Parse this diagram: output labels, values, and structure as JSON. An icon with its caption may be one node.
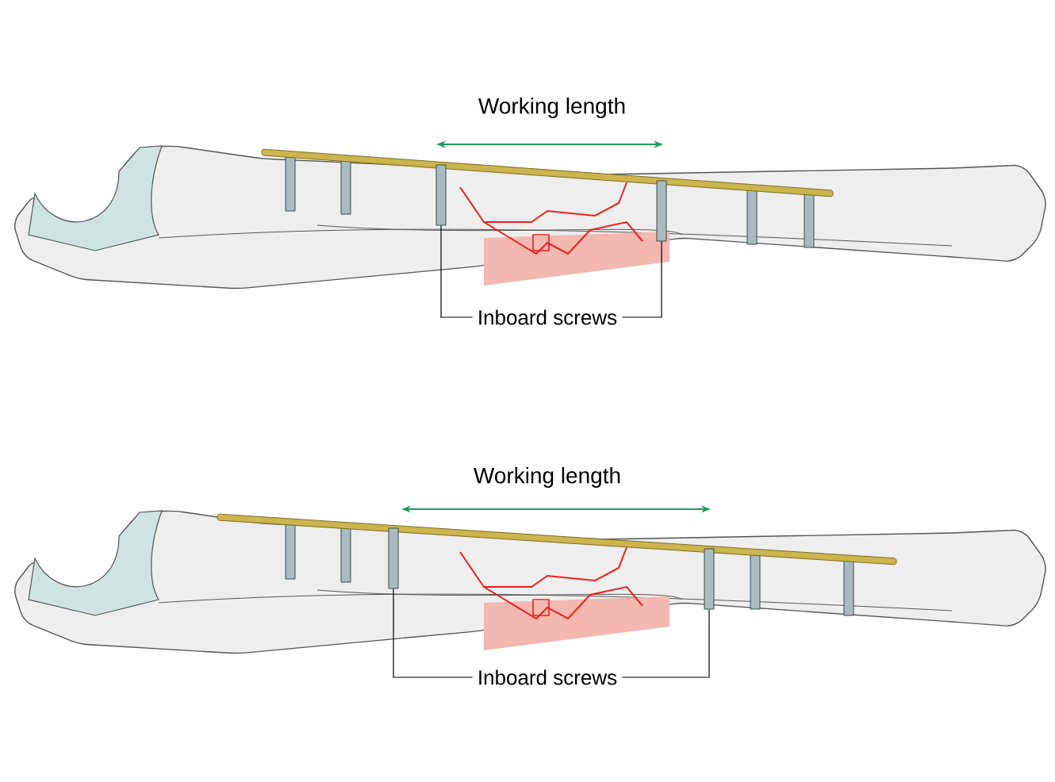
{
  "diagram": {
    "nodes": [
      {
        "text": [
          "Inboard screws"
        ]
      },
      {
        "text": [],
        "shape": "bar"
      },
      {
        "text": [],
        "shape": "bar"
      },
      {
        "text": [
          "Inboard screws"
        ]
      },
      {
        "text": [],
        "shape": "bar"
      },
      {
        "text": [],
        "shape": "bar"
      }
    ],
    "edges": [
      {
        "from": 0,
        "to": 1,
        "arrow": "none"
      },
      {
        "from": 0,
        "to": 2,
        "arrow": "none"
      },
      {
        "from": 3,
        "to": 4,
        "arrow": "none"
      },
      {
        "from": 3,
        "to": 5,
        "arrow": "none"
      }
    ],
    "labels": [
      "Working length",
      "Working length"
    ]
  }
}
